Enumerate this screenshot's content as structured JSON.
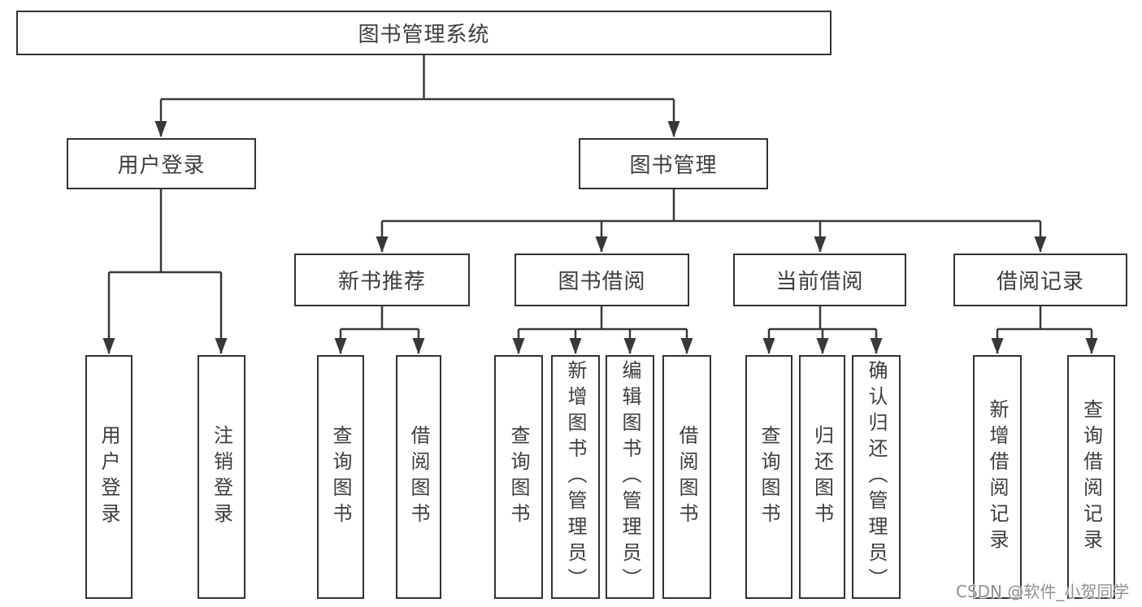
{
  "tree": {
    "root": {
      "label": "图书管理系统"
    },
    "branches": [
      {
        "label": "用户登录",
        "children": [
          {
            "label": "用户登录"
          },
          {
            "label": "注销登录"
          }
        ]
      },
      {
        "label": "图书管理",
        "children": [
          {
            "label": "新书推荐",
            "children": [
              {
                "label": "查询图书"
              },
              {
                "label": "借阅图书"
              }
            ]
          },
          {
            "label": "图书借阅",
            "children": [
              {
                "label": "查询图书"
              },
              {
                "label": "新增图书（管理员）"
              },
              {
                "label": "编辑图书（管理员）"
              },
              {
                "label": "借阅图书"
              }
            ]
          },
          {
            "label": "当前借阅",
            "children": [
              {
                "label": "查询图书"
              },
              {
                "label": "归还图书"
              },
              {
                "label": "确认归还（管理员）"
              }
            ]
          },
          {
            "label": "借阅记录",
            "children": [
              {
                "label": "新增借阅记录"
              },
              {
                "label": "查询借阅记录"
              }
            ]
          }
        ]
      }
    ],
    "colors": {
      "border": "#333333",
      "line": "#383838",
      "text": "#3d3d3d",
      "fill": "#ffffff"
    }
  },
  "watermark": {
    "text": "CSDN @软件_小贺同学"
  }
}
